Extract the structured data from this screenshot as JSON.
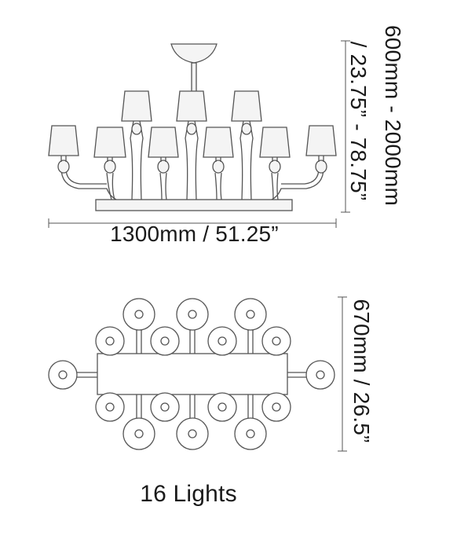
{
  "dimensions": {
    "width": "1300mm / 51.25”",
    "height_metric": "600mm - 2000mm",
    "height_imperial": "/ 23.75” - 78.75”",
    "depth": "670mm / 26.5”"
  },
  "caption": "16 Lights",
  "colors": {
    "line": "#555555",
    "shade_fill": "#f4f4f4",
    "text": "#1a1a1a"
  }
}
